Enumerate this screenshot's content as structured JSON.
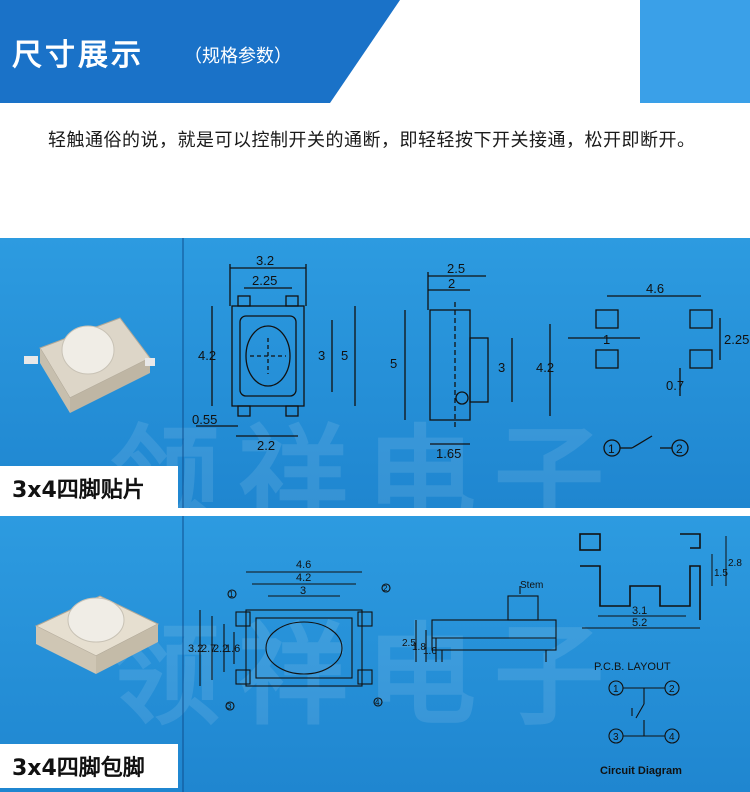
{
  "header": {
    "title": "尺寸展示",
    "subtitle": "（规格参数）",
    "colors": {
      "primary": "#1565b8",
      "accent": "#3aa0e8"
    }
  },
  "description": "轻触通俗的说，就是可以控制开关的通断，即轻轻按下开关接通，松开即断开。",
  "panel_smd": {
    "label": "3x4四脚贴片",
    "watermark": "领祥电子",
    "front": {
      "w1": "3.2",
      "w2": "2.25",
      "h1": "4.2",
      "h2": "3",
      "h3": "5",
      "pad": "0.55",
      "pitch": "2.2"
    },
    "side": {
      "w1": "2.5",
      "w2": "2",
      "h1": "5",
      "h2": "3",
      "h3": "4.2",
      "base": "1.65"
    },
    "pads": {
      "span": "4.6",
      "h1": "1",
      "h2": "2.25",
      "h3": "0.7"
    },
    "circuit": {
      "p1": "1",
      "p2": "2"
    }
  },
  "panel_wrap": {
    "label": "3x4四脚包脚",
    "watermark": "领祥电子",
    "top": {
      "w1": "4.6",
      "w2": "4.2",
      "w3": "3",
      "h1": "3.2",
      "h2": "2.7",
      "h3": "2.2",
      "h4": "1.6",
      "p1": "1",
      "p2": "2",
      "p3": "3",
      "p4": "4"
    },
    "side": {
      "stem": "Stem",
      "h1": "2.5",
      "h2": "1.8",
      "h3": "1.6"
    },
    "pcb": {
      "h1": "1.5",
      "h2": "2.8",
      "w1": "3.1",
      "w2": "5.2"
    },
    "layout": {
      "title": "P.C.B. LAYOUT",
      "p1": "1",
      "p2": "2",
      "p3": "3",
      "p4": "4",
      "caption": "Circuit Diagram"
    }
  }
}
